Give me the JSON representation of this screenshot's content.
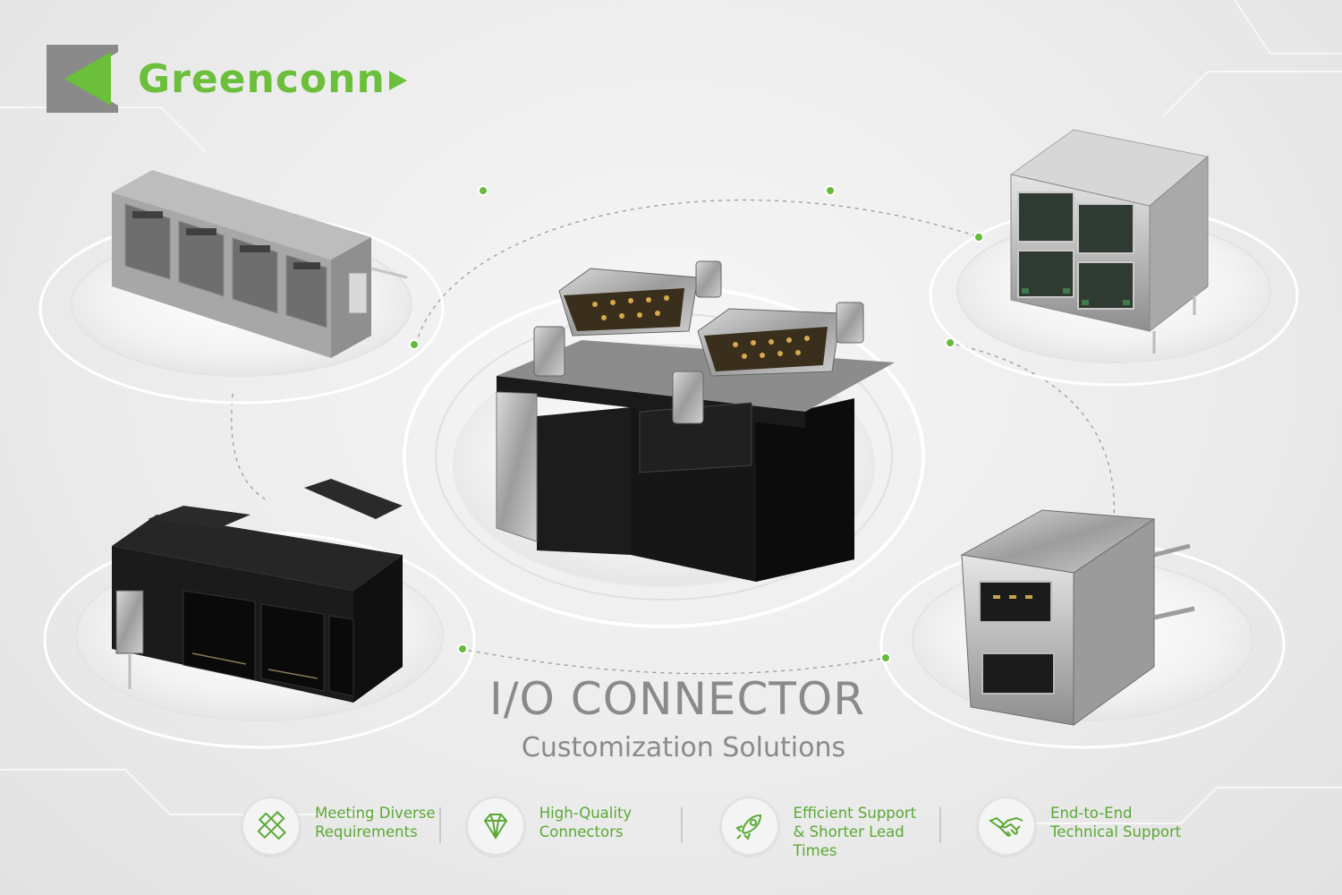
{
  "brand": {
    "name": "Greenconn"
  },
  "headline": {
    "title": "I/O CONNECTOR",
    "subtitle": "Customization Solutions"
  },
  "features": [
    {
      "icon": "ruler-pencil-icon",
      "label": "Meeting Diverse\nRequirements"
    },
    {
      "icon": "diamond-icon",
      "label": "High-Quality\nConnectors"
    },
    {
      "icon": "rocket-icon",
      "label": "Efficient Support\n& Shorter Lead\nTimes"
    },
    {
      "icon": "handshake-icon",
      "label": "End-to-End\nTechnical Support"
    }
  ],
  "products": [
    {
      "name": "rj45-4-port-grey"
    },
    {
      "name": "rj45-2x2-stacked-shielded"
    },
    {
      "name": "dual-dsub-9-angled"
    },
    {
      "name": "rj11-3-port-black"
    },
    {
      "name": "usb-a-dual-stacked"
    }
  ],
  "colors": {
    "accent": "#6cbf3a",
    "logo_grey": "#808080",
    "title_grey": "#8a8a8a"
  }
}
